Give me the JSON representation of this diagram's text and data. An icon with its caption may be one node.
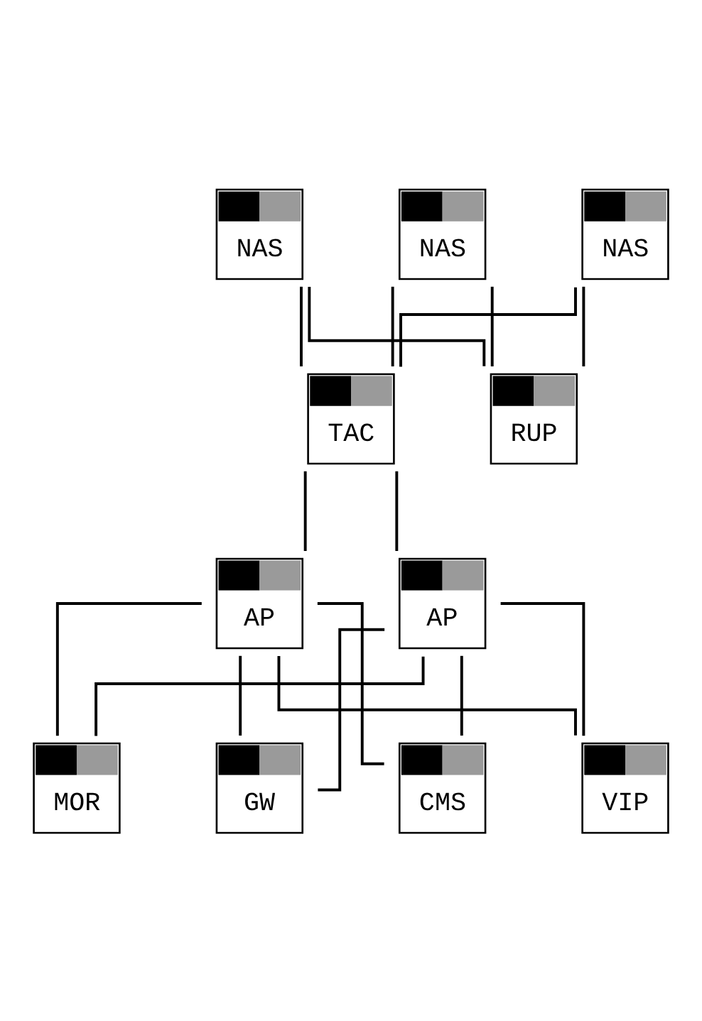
{
  "diagram": {
    "nodes": [
      {
        "text": [
          "NAS"
        ]
      },
      {
        "text": [
          "NAS"
        ]
      },
      {
        "text": [
          "NAS"
        ]
      },
      {
        "text": [
          "TAC"
        ]
      },
      {
        "text": [
          "RUP"
        ]
      },
      {
        "text": [
          "AP"
        ]
      },
      {
        "text": [
          "AP"
        ]
      },
      {
        "text": [
          "MOR"
        ]
      },
      {
        "text": [
          "GW"
        ]
      },
      {
        "text": [
          "CMS"
        ]
      },
      {
        "text": [
          "VIP"
        ]
      }
    ],
    "edges": [
      {
        "from": 0,
        "to": 3,
        "arrow": "none"
      },
      {
        "from": 0,
        "to": 4,
        "arrow": "none"
      },
      {
        "from": 1,
        "to": 3,
        "arrow": "none"
      },
      {
        "from": 1,
        "to": 4,
        "arrow": "none"
      },
      {
        "from": 2,
        "to": 3,
        "arrow": "none"
      },
      {
        "from": 2,
        "to": 4,
        "arrow": "none"
      },
      {
        "from": 3,
        "to": 5,
        "arrow": "none"
      },
      {
        "from": 3,
        "to": 6,
        "arrow": "none"
      },
      {
        "from": 5,
        "to": 7,
        "arrow": "none"
      },
      {
        "from": 5,
        "to": 8,
        "arrow": "none"
      },
      {
        "from": 5,
        "to": 9,
        "arrow": "none"
      },
      {
        "from": 5,
        "to": 10,
        "arrow": "none"
      },
      {
        "from": 6,
        "to": 7,
        "arrow": "none"
      },
      {
        "from": 6,
        "to": 8,
        "arrow": "none"
      },
      {
        "from": 6,
        "to": 9,
        "arrow": "none"
      },
      {
        "from": 6,
        "to": 10,
        "arrow": "none"
      }
    ]
  }
}
